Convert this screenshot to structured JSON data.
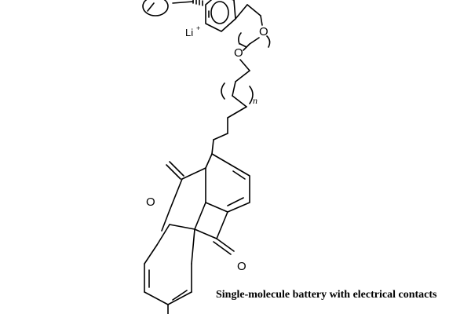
{
  "molecule": {
    "lithium_ion_symbol": "Li",
    "lithium_ion_charge": "+",
    "oxygen_symbol": "O",
    "repeat_subscript": "n",
    "carbonyl_oxygen_top": "O",
    "carbonyl_oxygen_bottom": "O"
  },
  "caption": "Single-molecule battery with electrical contacts",
  "colors": {
    "ink": "#000000",
    "background": "#ffffff"
  }
}
